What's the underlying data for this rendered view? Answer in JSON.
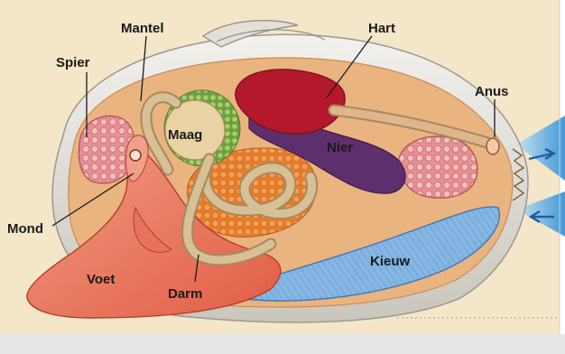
{
  "diagram": {
    "labels": {
      "mantel": "Mantel",
      "spier": "Spier",
      "hart": "Hart",
      "anus": "Anus",
      "maag": "Maag",
      "nier": "Nier",
      "mond": "Mond",
      "voet": "Voet",
      "darm": "Darm",
      "kieuw": "Kieuw"
    },
    "colors": {
      "background": "#f3e5c8",
      "shell": "#e6e4de",
      "mantle": "#e9b47f",
      "foot": "#ea7a62",
      "heart": "#b3182c",
      "kidney": "#5e2f6d",
      "gill": "#7fb2e0",
      "water_arrow": "#6bb6e8",
      "muscle": "#e98b8f",
      "gonad": "#f08a3a",
      "stomach_ring": "#7cab4d"
    }
  }
}
